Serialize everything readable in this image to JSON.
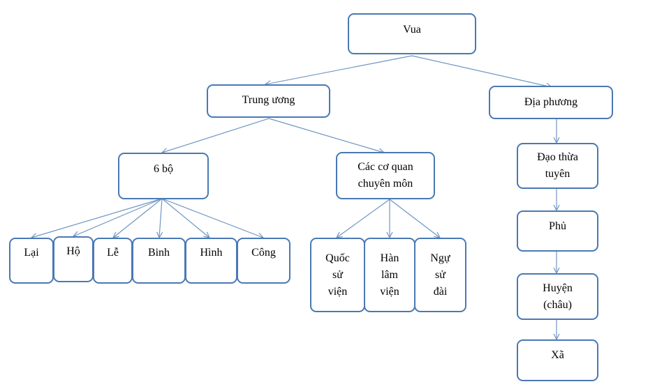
{
  "colors": {
    "border": "#4a78b4",
    "arrow": "#6f95c4",
    "background": "#ffffff"
  },
  "nodes": {
    "vua": "Vua",
    "trung_uong": "Trung ương",
    "dia_phuong": "Địa phương",
    "sau_bo": "6 bộ",
    "cac_co_quan": "Các cơ quan\nchuyên môn",
    "lai": "Lại",
    "ho": "Hộ",
    "le": "Lễ",
    "binh": "Binh",
    "hinh": "Hình",
    "cong": "Công",
    "quoc_su_vien": "Quốc\nsử\nviện",
    "han_lam_vien": "Hàn\nlâm\nviện",
    "ngu_su_dai": "Ngự\nsử\nđài",
    "dao_thua_tuyen": "Đạo thừa\ntuyên",
    "phu": "Phủ",
    "huyen_chau": "Huyện\n(châu)",
    "xa": "Xã"
  }
}
